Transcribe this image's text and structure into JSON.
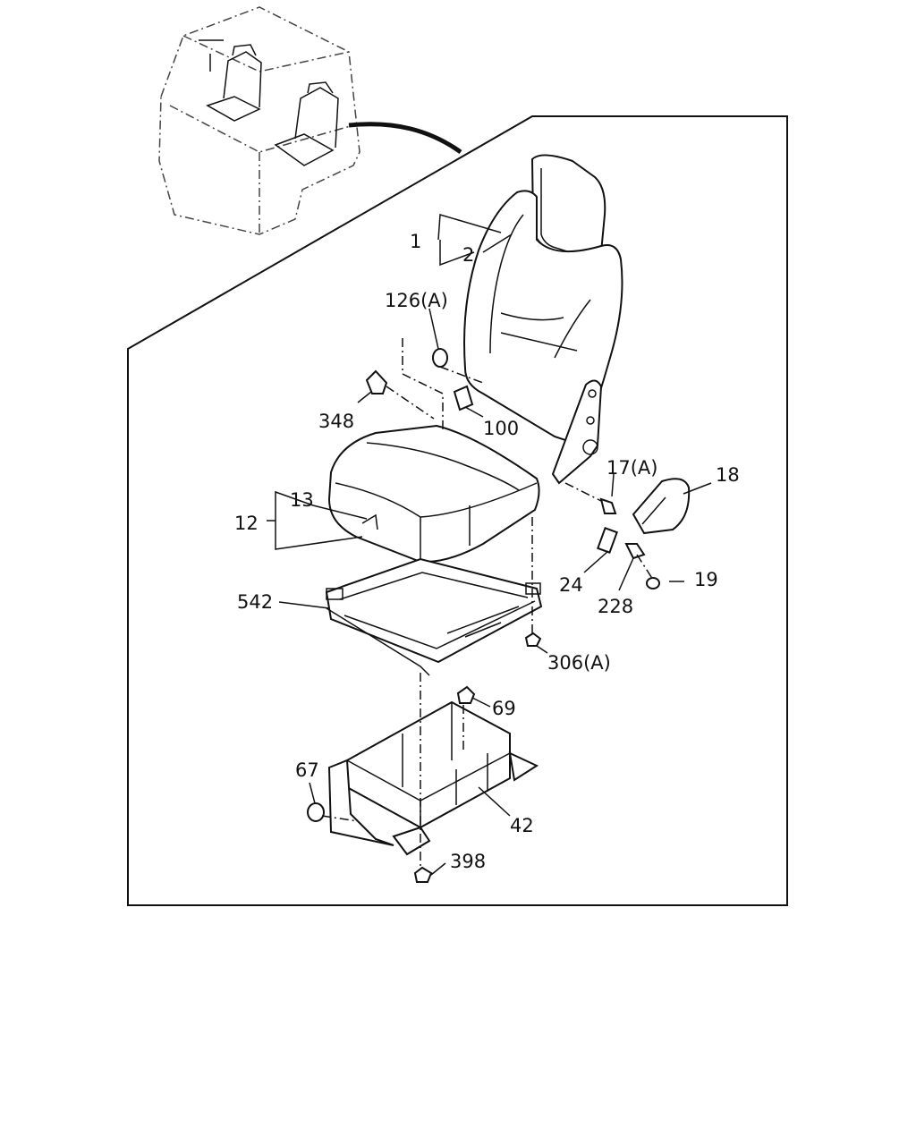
{
  "diagram": {
    "colors": {
      "line": "#111111",
      "background": "#ffffff"
    },
    "callouts": {
      "p1": "1",
      "p2": "2",
      "p126a": "126(A)",
      "p348": "348",
      "p100": "100",
      "p17a": "17(A)",
      "p18": "18",
      "p13": "13",
      "p12": "12",
      "p24": "24",
      "p228": "228",
      "p19": "19",
      "p542": "542",
      "p306a": "306(A)",
      "p69": "69",
      "p67": "67",
      "p42": "42",
      "p398": "398"
    }
  }
}
